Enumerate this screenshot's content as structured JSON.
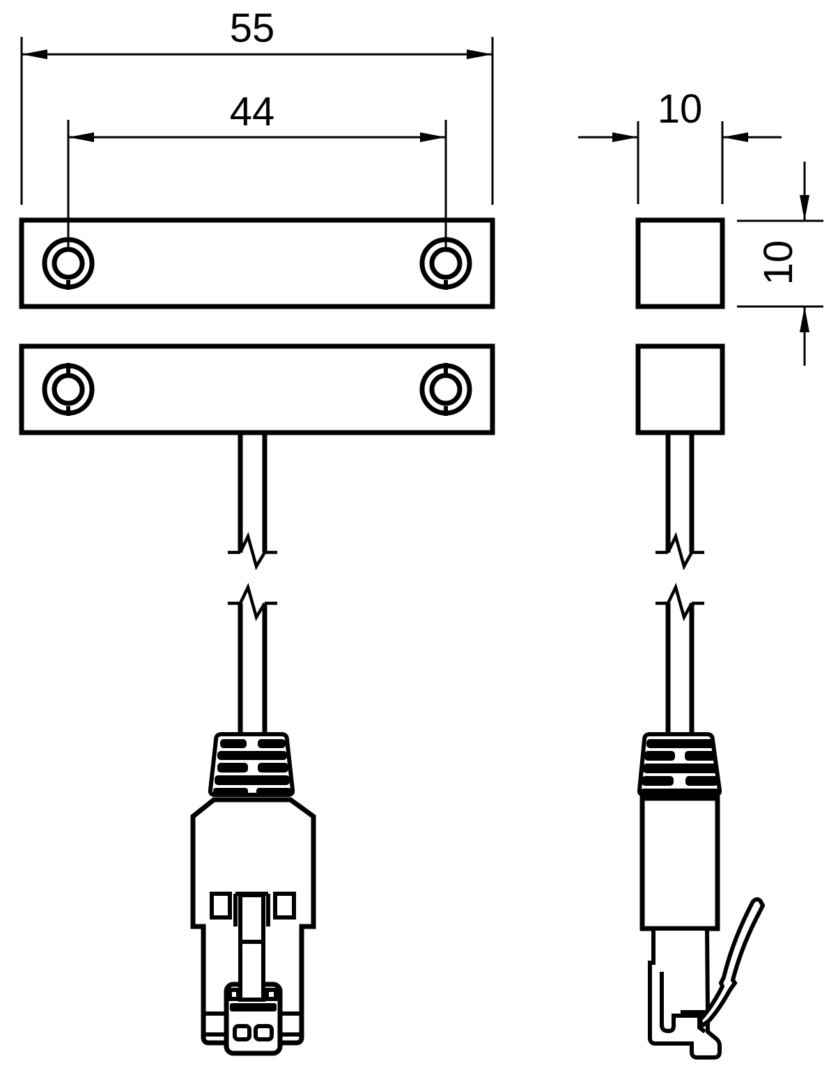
{
  "drawing": {
    "background": "#ffffff",
    "stroke_color": "#000000"
  },
  "dimensions": {
    "overall_width": "55",
    "hole_spacing": "44",
    "depth": "10",
    "height": "10"
  }
}
